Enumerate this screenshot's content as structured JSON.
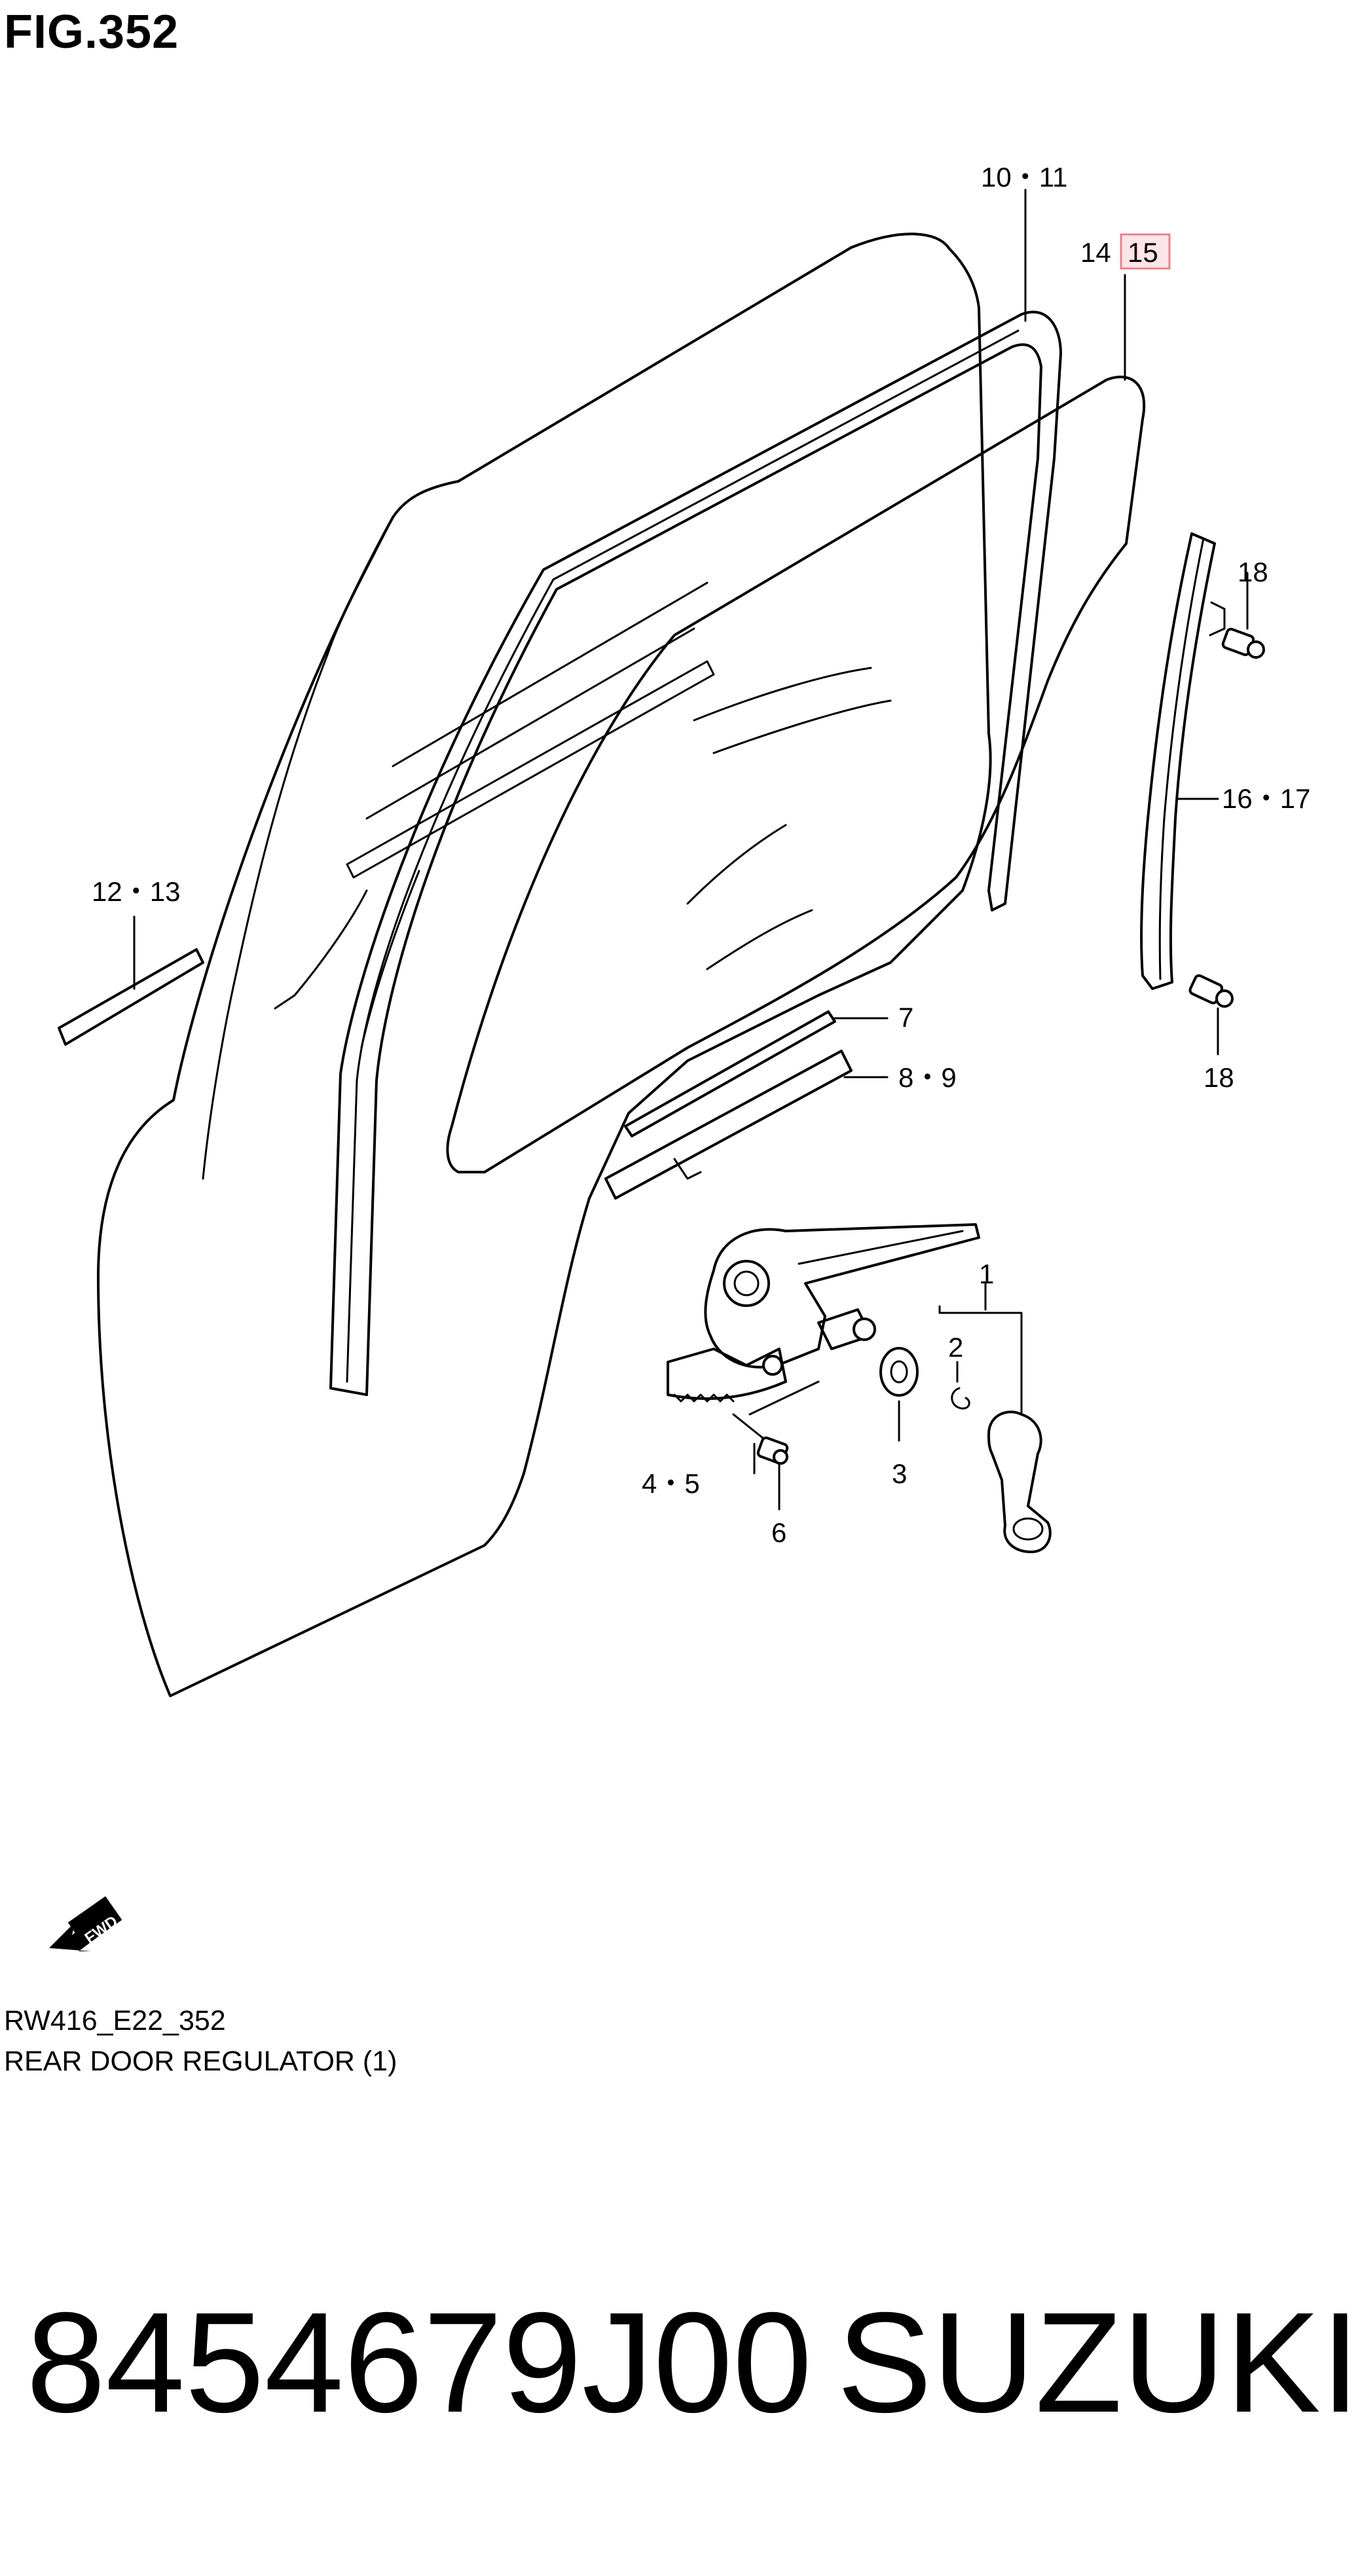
{
  "figure": {
    "title": "FIG.352"
  },
  "callouts": {
    "c_10_11": "10・11",
    "c_14": "14・",
    "c_15": "15",
    "c_18_top": "18",
    "c_16_17": "16・17",
    "c_12_13": "12・13",
    "c_7": "7",
    "c_8_9": "8・9",
    "c_18_bottom": "18",
    "c_1": "1",
    "c_2": "2",
    "c_3": "3",
    "c_4_5": "4・5",
    "c_6": "6",
    "fwd": "FWD"
  },
  "highlight_color": "#e8838a",
  "footer": {
    "code": "RW416_E22_352",
    "description": "REAR DOOR REGULATOR (1)"
  },
  "caption": {
    "part_number": "8454679J00",
    "brand": "SUZUKI"
  }
}
